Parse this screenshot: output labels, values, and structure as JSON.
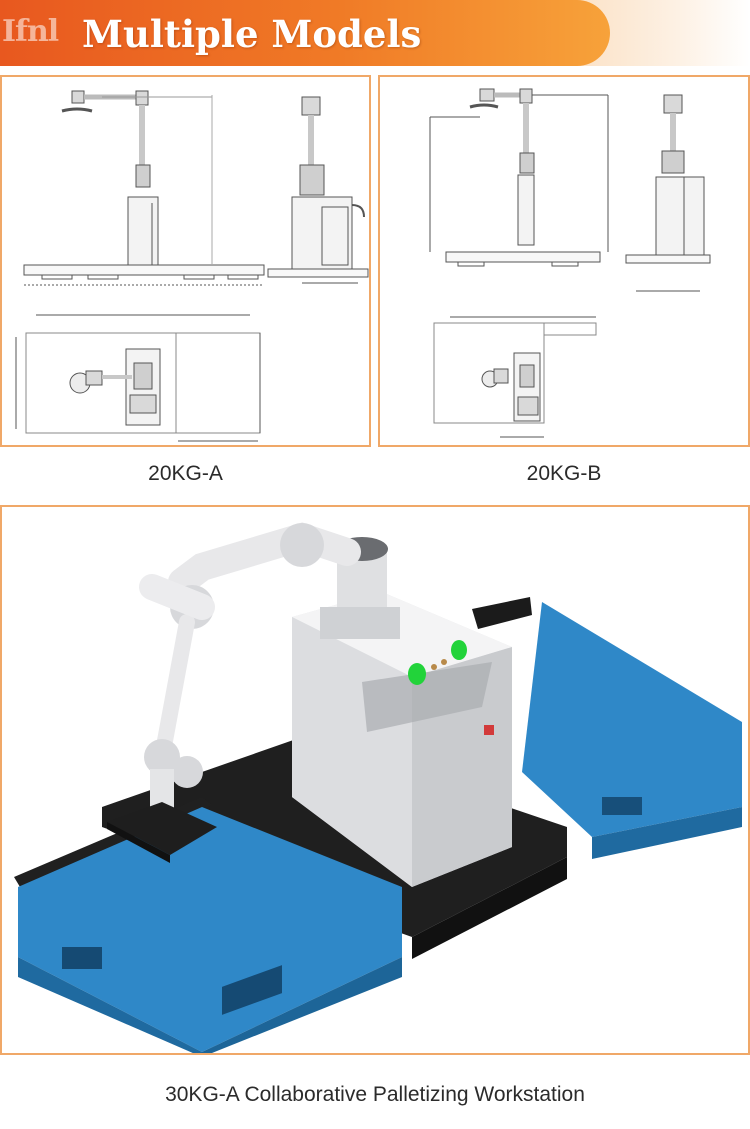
{
  "header": {
    "prefix": "Ifnl",
    "title": "Multiple Models"
  },
  "models": [
    {
      "caption": "20KG-A"
    },
    {
      "caption": "20KG-B"
    }
  ],
  "workstation": {
    "caption": "30KG-A Collaborative Palletizing Workstation"
  },
  "colors": {
    "banner_start": "#e8581f",
    "banner_end": "#f7a23a",
    "panel_border": "#f0a868",
    "pallet_blue": "#2f88c8",
    "indicator_green": "#22d33a"
  }
}
